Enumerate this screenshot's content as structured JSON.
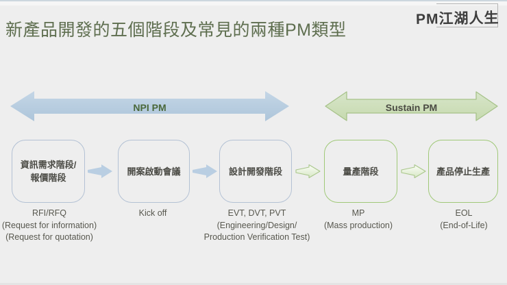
{
  "slide": {
    "title": "新產品開發的五個階段及常見的兩種PM類型",
    "brand": "PM江湖人生"
  },
  "bands": {
    "npi": {
      "label": "NPI PM"
    },
    "sustain": {
      "label": "Sustain PM"
    }
  },
  "stages": [
    {
      "box": [
        "資訊需求階段/",
        "報價階段"
      ],
      "caption": [
        "RFI/RFQ",
        "(Request for information)",
        "(Request for quotation)"
      ]
    },
    {
      "box": [
        "開案啟動會議"
      ],
      "caption": [
        "Kick off"
      ]
    },
    {
      "box": [
        "設計開發階段"
      ],
      "caption": [
        "EVT, DVT, PVT",
        "(Engineering/Design/",
        "Production Verification Test)"
      ]
    },
    {
      "box": [
        "量產階段"
      ],
      "caption": [
        "MP",
        "(Mass production)"
      ]
    },
    {
      "box": [
        "產品停止生產"
      ],
      "caption": [
        "EOL",
        "(End-of-Life)"
      ]
    }
  ],
  "colors": {
    "background": "#eeeeee",
    "title_text": "#5e6e4f",
    "brand_text": "#3d3d3d",
    "npi_arrow_fill": "#b5cbdf",
    "npi_label_text": "#4a683a",
    "sustain_arrow_fill": "#cedfbe",
    "sustain_arrow_border": "#a6c289",
    "sustain_label_text": "#4a4a43",
    "npi_box_border": "#b3c1d4",
    "sustain_box_border": "#9fc877",
    "box_text": "#4b4b45",
    "caption_text": "#57574e",
    "flow_arrow_blue": "#b9cee2",
    "flow_arrow_green_border": "#a9c68b"
  }
}
